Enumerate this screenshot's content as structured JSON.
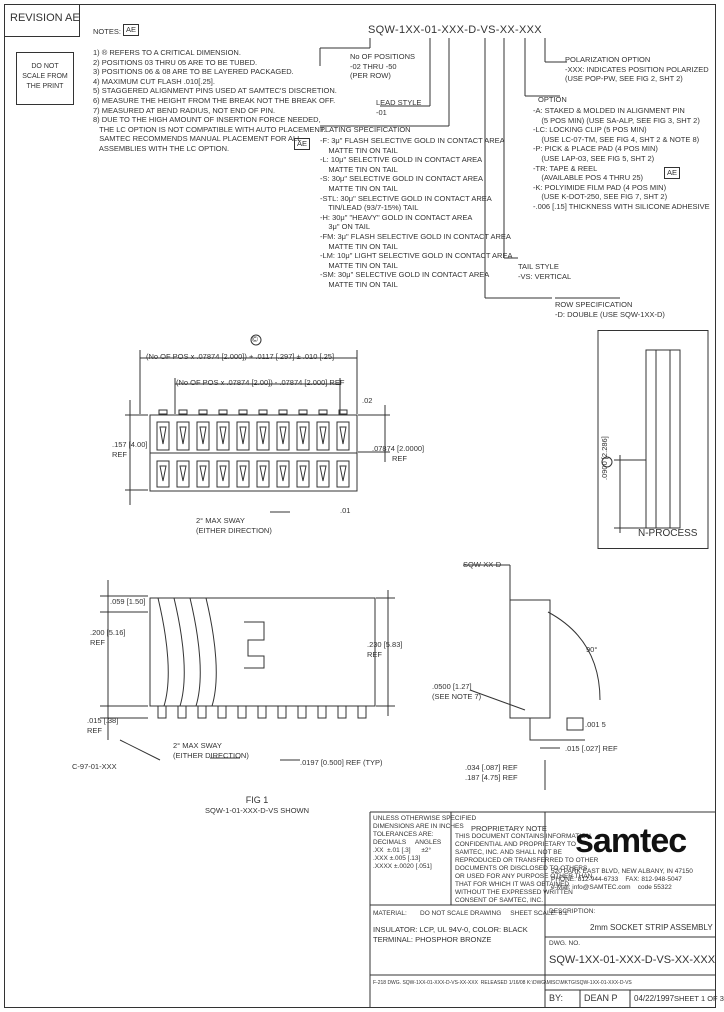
{
  "revision_box": "REVISION AE",
  "do_not_scale": [
    "DO NOT",
    "SCALE FROM",
    "THE PRINT"
  ],
  "notes_header": "NOTES:",
  "notes_rev_tag": "AE",
  "notes": [
    "1) ® REFERS TO A CRITICAL DIMENSION.",
    "2) POSITIONS 03 THRU 05 ARE TO BE TUBED.",
    "3) POSITIONS 06 & 08 ARE TO BE LAYERED PACKAGED.",
    "4) MAXIMUM CUT FLASH .010[.25].",
    "5) STAGGERED ALIGNMENT PINS USED AT SAMTEC'S DISCRETION.",
    "6) MEASURE THE HEIGHT FROM THE BREAK NOT THE BREAK OFF.",
    "7) MEASURED AT BEND RADIUS, NOT END OF PIN.",
    "8) DUE TO THE HIGH AMOUNT OF INSERTION FORCE NEEDED,",
    "   THE LC OPTION IS NOT COMPATIBLE WITH AUTO PLACEMENT.",
    "   SAMTEC RECOMMENDS MANUAL PLACEMENT FOR ALL",
    "   ASSEMBLIES WITH THE LC OPTION."
  ],
  "part_number": "SQW-1XX-01-XXX-D-VS-XX-XXX",
  "no_positions": [
    "No OF POSITIONS",
    "-02 THRU -50",
    "(PER ROW)"
  ],
  "lead_style": [
    "LEAD STYLE",
    "-01"
  ],
  "plating_header": "PLATING SPECIFICATION",
  "plating": [
    "-F: 3μ\" FLASH SELECTIVE GOLD IN CONTACT AREA",
    "    MATTE TIN ON TAIL",
    "-L: 10μ\" SELECTIVE GOLD IN CONTACT AREA",
    "    MATTE TIN ON TAIL",
    "-S: 30μ\" SELECTIVE GOLD IN CONTACT AREA",
    "    MATTE TIN ON TAIL",
    "-STL: 30μ\" SELECTIVE GOLD IN CONTACT AREA",
    "    TIN/LEAD (93/7-15%) TAIL",
    "-H: 30μ\" \"HEAVY\" GOLD IN CONTACT AREA",
    "    3μ\" ON TAIL",
    "-FM: 3μ\" FLASH SELECTIVE GOLD IN CONTACT AREA",
    "    MATTE TIN ON TAIL",
    "-LM: 10μ\" LIGHT SELECTIVE GOLD IN CONTACT AREA",
    "    MATTE TIN ON TAIL",
    "-SM: 30μ\" SELECTIVE GOLD IN CONTACT AREA",
    "    MATTE TIN ON TAIL"
  ],
  "polarization": [
    "POLARIZATION OPTION",
    "-XXX: INDICATES POSITION POLARIZED",
    "(USE POP-PW, SEE FIG 2, SHT 2)"
  ],
  "option_header": "OPTION",
  "options": [
    "-A: STAKED & MOLDED IN ALIGNMENT PIN",
    "    (5 POS MIN) (USE SA-ALP, SEE FIG 3, SHT 2)",
    "-LC: LOCKING CLIP (5 POS MIN)",
    "    (USE LC-07-TM, SEE FIG 4, SHT 2 & NOTE 8)",
    "-P: PICK & PLACE PAD (4 POS MIN)",
    "    (USE LAP-03, SEE FIG 5, SHT 2)",
    "-TR: TAPE & REEL",
    "    (AVAILABLE POS 4 THRU 25)",
    "-K: POLYIMIDE FILM PAD (4 POS MIN)",
    "    (USE K-DOT-250, SEE FIG 7, SHT 2)",
    "-.006 [.15] THICKNESS WITH SILICONE ADHESIVE"
  ],
  "option_rev_tag": "AE",
  "tail_style": [
    "TAIL STYLE",
    "-VS: VERTICAL"
  ],
  "row_spec": [
    "ROW SPECIFICATION",
    "-D: DOUBLE (USE SQW-1XX-D)"
  ],
  "dim_crit": "©",
  "dim_top1": "(No OF POS x .07874 [2.000]) + .0117 [.297] ± .010 [.25]",
  "dim_top2": "(No OF POS x .07874 [2.00]) - .07874 [2.000] REF",
  "dim_02": ".02",
  "dim_left_height": [
    ".157 [4.00]",
    "REF"
  ],
  "dim_right_pitch": [
    ".07874 [2.0000]",
    "REF"
  ],
  "dim_01": ".01",
  "sway_top": [
    "2° MAX SWAY",
    "(EITHER DIRECTION)"
  ],
  "nprocess_dim": [
    ".0900 [2.286]"
  ],
  "nprocess_label": "N-PROCESS",
  "side_dims": {
    "d059": ".059 [1.50]",
    "d200": [
      ".200 [5.16]",
      "REF"
    ],
    "d015": [
      ".015 [.38]",
      "REF"
    ],
    "d230": [
      ".230 [5.83]",
      "REF"
    ],
    "part": "C-97-01-XXX",
    "sway": [
      "2° MAX SWAY",
      "(EITHER DIRECTION)"
    ],
    "pitch": ".0197 [0.500] REF (TYP)"
  },
  "fig1": [
    "FIG 1",
    "SQW-1-01-XXX-D-VS SHOWN"
  ],
  "right_view": {
    "label": "SQW-XX-D",
    "angle": "90°",
    "d050": [
      ".0500 [1.27]",
      "(SEE NOTE 7)"
    ],
    "flat": ".001 5",
    "d015": ".015 [.027] REF",
    "d034": [
      ".034 [.087] REF",
      ".187 [4.75] REF"
    ]
  },
  "tolerance_block": [
    "UNLESS OTHERWISE SPECIFIED",
    "DIMENSIONS ARE IN INCHES",
    "TOLERANCES ARE:",
    "DECIMALS     ANGLES",
    ".XX  ±.01 [.3]      ±2°",
    ".XXX ±.005 [.13]",
    ".XXXX ±.0020 [.051]"
  ],
  "proprietary": [
    "PROPRIETARY NOTE",
    "THIS DOCUMENT CONTAINS INFORMATION",
    "CONFIDENTIAL AND PROPRIETARY TO",
    "SAMTEC, INC. AND SHALL NOT BE",
    "REPRODUCED OR TRANSFERRED TO OTHER",
    "DOCUMENTS OR DISCLOSED TO OTHERS",
    "OR USED FOR ANY PURPOSE OTHER THAN",
    "THAT FOR WHICH IT WAS OBTAINED",
    "WITHOUT THE EXPRESSED WRITTEN",
    "CONSENT OF SAMTEC, INC."
  ],
  "samtec_logo": "samtec",
  "company": [
    "520 PARK EAST BLVD, NEW ALBANY, IN 47150",
    "PHONE: 812-944-6733    FAX: 812-948-5047",
    "e-Mail: info@SAMTEC.com    code 55322"
  ],
  "material": [
    "MATERIAL:",
    "INSULATOR: LCP, UL 94V-0, COLOR: BLACK",
    "TERMINAL: PHOSPHOR BRONZE"
  ],
  "material_note": "DO NOT SCALE DRAWING     SHEET SCALE: 6:1",
  "description_label": "DESCRIPTION:",
  "description": "2mm SOCKET STRIP ASSEMBLY",
  "dwg_label": "DWG. NO.",
  "dwg_no": "SQW-1XX-01-XXX-D-VS-XX-XXX",
  "by_label": "BY:",
  "by": "DEAN P",
  "date": "04/22/1997",
  "sheet": "SHEET 1 OF 3",
  "footer": "F-218 DWG. SQW-1XX-01-XXX-D-VS-XX-XXX  RELEASED 1/16/08 K:\\DWG\\MISC\\MKTG\\SQW-1XX-01-XXX-D-VS"
}
